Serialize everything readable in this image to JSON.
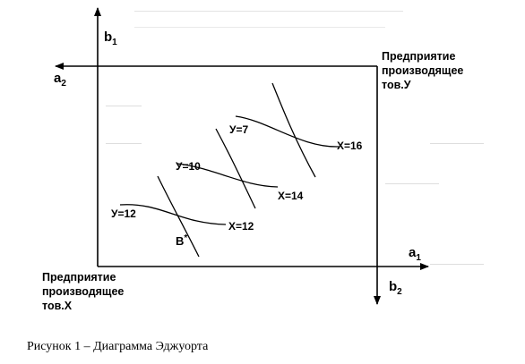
{
  "axes": {
    "b1": {
      "main": "b",
      "sub": "1"
    },
    "a2": {
      "main": "a",
      "sub": "2"
    },
    "a1": {
      "main": "a",
      "sub": "1"
    },
    "b2": {
      "main": "b",
      "sub": "2"
    }
  },
  "firm_y": {
    "line1": "Предприятие",
    "line2": "производящее",
    "line3": "тов.У"
  },
  "firm_x": {
    "line1": "Предприятие",
    "line2": "производящее",
    "line3": "тов.Х"
  },
  "curves": {
    "y7": "У=7",
    "y10": "У=10",
    "y12": "У=12",
    "x16": "Х=16",
    "x14": "Х=14",
    "x12": "Х=12"
  },
  "point": {
    "label": "В",
    "mark": "*"
  },
  "caption": "Рисунок 1 – Диаграмма Эджуорта"
}
